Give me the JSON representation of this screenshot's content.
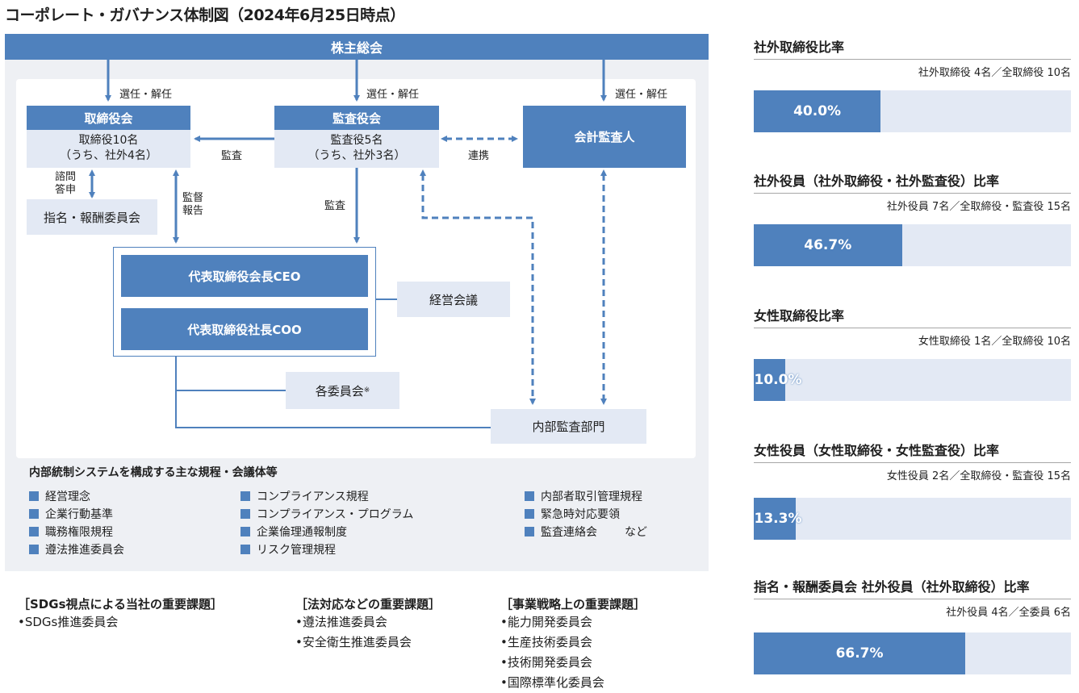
{
  "title": "コーポレート・ガバナンス体制図（2024年6月25日時点）",
  "diagram": {
    "shareholders": "株主総会",
    "elect_label": "選任・解任",
    "board": {
      "header": "取締役会",
      "line1": "取締役10名",
      "line2": "（うち、社外4名）"
    },
    "audit_board": {
      "header": "監査役会",
      "line1": "監査役5名",
      "line2": "（うち、社外3名）"
    },
    "accounting_auditor": "会計監査人",
    "audit_label": "監査",
    "liaison_label": "連携",
    "consult_label_1": "諮問",
    "consult_label_2": "答申",
    "supervise_label_1": "監督",
    "supervise_label_2": "報告",
    "nomination_committee": "指名・報酬委員会",
    "ceo": "代表取締役会長CEO",
    "coo": "代表取締役社長COO",
    "management_meeting": "経営会議",
    "committees": "各委員会",
    "committees_mark": "※",
    "internal_audit": "内部監査部門"
  },
  "regulations": {
    "title": "内部統制システムを構成する主な規程・会議体等",
    "col1": [
      "経営理念",
      "企業行動基準",
      "職務権限規程",
      "遵法推進委員会"
    ],
    "col2": [
      "コンプライアンス規程",
      "コンプライアンス・プログラム",
      "企業倫理通報制度",
      "リスク管理規程"
    ],
    "col3": [
      "内部者取引管理規程",
      "緊急時対応要領",
      "監査連絡会"
    ],
    "col3_suffix": "など"
  },
  "issues": [
    {
      "title": "［SDGs視点による当社の重要課題］",
      "items": [
        "•SDGs推進委員会"
      ]
    },
    {
      "title": "［法対応などの重要課題］",
      "items": [
        "•遵法推進委員会",
        "•安全衛生推進委員会"
      ]
    },
    {
      "title": "［事業戦略上の重要課題］",
      "items": [
        "•能力開発委員会",
        "•生産技術委員会",
        "•技術開発委員会",
        "•国際標準化委員会"
      ]
    }
  ],
  "ratios": [
    {
      "title": "社外取締役比率",
      "detail": "社外取締役 4名／全取締役 10名",
      "value": 40.0,
      "label": "40.0%"
    },
    {
      "title": "社外役員（社外取締役・社外監査役）比率",
      "detail": "社外役員 7名／全取締役・監査役 15名",
      "value": 46.7,
      "label": "46.7%"
    },
    {
      "title": "女性取締役比率",
      "detail": "女性取締役 1名／全取締役 10名",
      "value": 10.0,
      "label": "10.0%"
    },
    {
      "title": "女性役員（女性取締役・女性監査役）比率",
      "detail": "女性役員 2名／全取締役・監査役 15名",
      "value": 13.3,
      "label": "13.3%"
    },
    {
      "title": "指名・報酬委員会 社外役員（社外取締役）比率",
      "detail": "社外役員 4名／全委員 6名",
      "value": 66.7,
      "label": "66.7%"
    }
  ],
  "colors": {
    "accent": "#4f81bd",
    "light": "#e3e9f4",
    "panel": "#eef0f4"
  }
}
